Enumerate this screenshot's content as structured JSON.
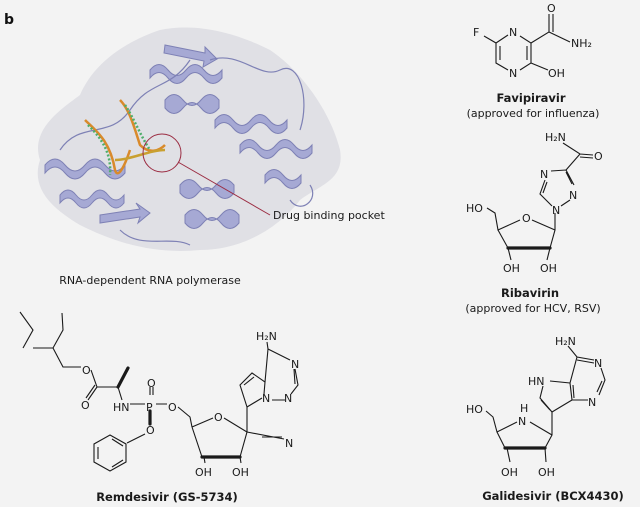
{
  "panel_label": "b",
  "protein": {
    "caption": "RNA-dependent RNA polymerase",
    "pocket_label": "Drug binding pocket",
    "colors": {
      "ribbon": "#a6a9d4",
      "surface": "#dcdce2",
      "pocket": "#9b2c42"
    }
  },
  "favipiravir": {
    "name": "Favipiravir",
    "note": "(approved for influenza)",
    "atoms": [
      "F",
      "N",
      "N",
      "O",
      "NH₂",
      "OH"
    ]
  },
  "ribavirin": {
    "name": "Ribavirin",
    "note": "(approved for HCV, RSV)",
    "atoms": [
      "H₂N",
      "O",
      "N",
      "N",
      "N",
      "HO",
      "O",
      "OH",
      "OH"
    ]
  },
  "remdesivir": {
    "name": "Remdesivir (GS-5734)",
    "atoms": [
      "H₂N",
      "N",
      "N",
      "N",
      "O",
      "HN",
      "P",
      "O",
      "O",
      "O",
      "O",
      "O",
      "N",
      "OH",
      "OH"
    ]
  },
  "galidesivir": {
    "name": "Galidesivir (BCX4430)",
    "atoms": [
      "H₂N",
      "N",
      "HN",
      "N",
      "HO",
      "H",
      "N",
      "OH",
      "OH"
    ]
  }
}
